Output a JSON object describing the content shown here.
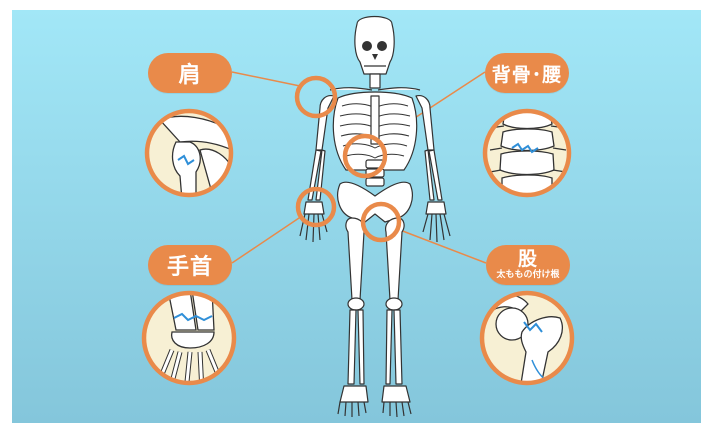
{
  "labels": {
    "shoulder": "肩",
    "spine_waist": "背骨･腰",
    "wrist": "手首",
    "hip": "股",
    "hip_sub": "太ももの付け根"
  },
  "colors": {
    "background_top": "#9fe6f6",
    "background_bottom": "#83c7dd",
    "accent_orange": "#e98a4a",
    "bone_fill": "#ffffff",
    "bone_outline": "#333333",
    "inset_bg": "#f7f0d4",
    "fracture_line": "#2f8fd8"
  },
  "icons": {
    "skeleton": "human-skeleton-figure",
    "shoulder_inset": "shoulder-fracture-illustration",
    "spine_inset": "spine-compression-fracture-illustration",
    "wrist_inset": "wrist-fracture-illustration",
    "hip_inset": "femoral-neck-fracture-illustration"
  }
}
